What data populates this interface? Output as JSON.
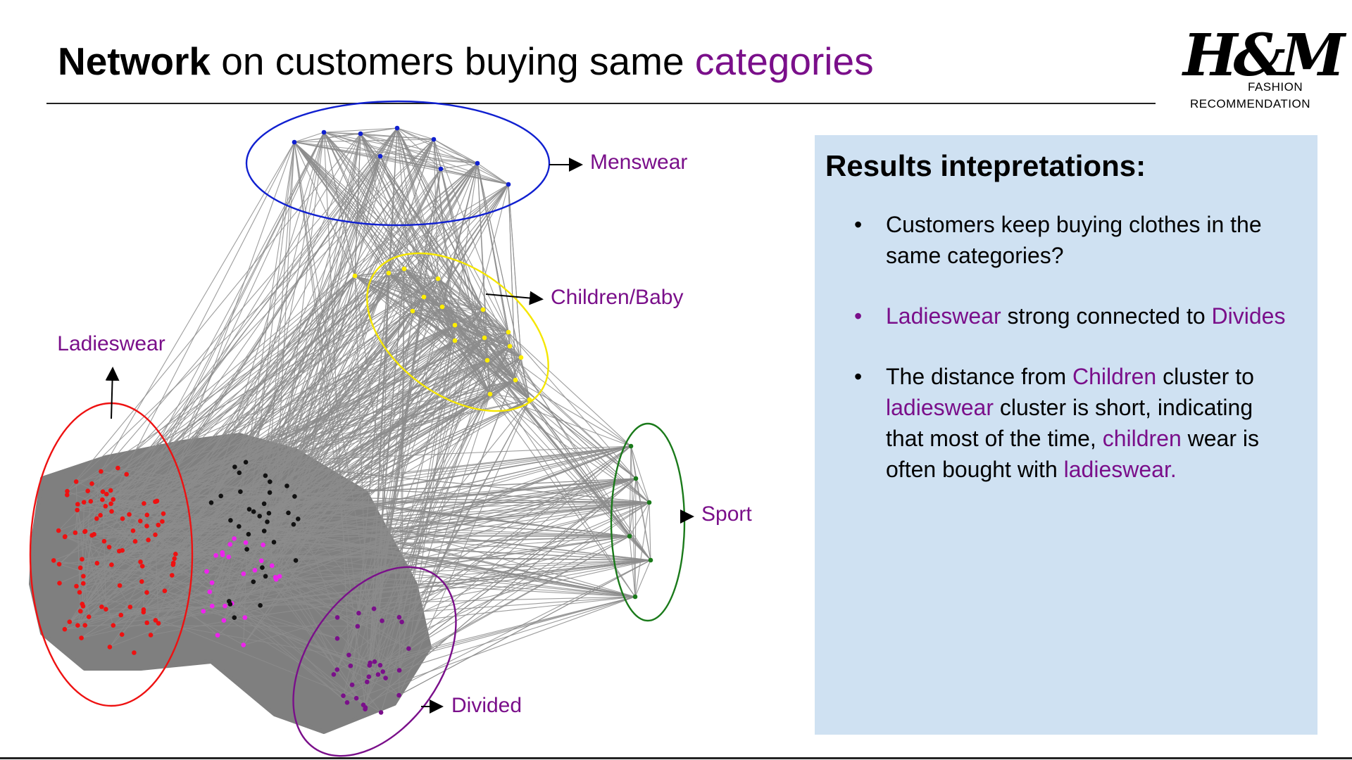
{
  "title": {
    "bold": "Network",
    "normal": "on customers buying same",
    "accent": "categories"
  },
  "logo": {
    "mark": "H&M",
    "line1": "FASHION",
    "line2": "RECOMMENDATION"
  },
  "colors": {
    "accent": "#7a0f8a",
    "panel": "#cfe1f2",
    "edge": "#8c8c8c"
  },
  "clusters": [
    {
      "name": "Menswear",
      "color": "#1020d0"
    },
    {
      "name": "Children/Baby",
      "color": "#ffee00"
    },
    {
      "name": "Ladieswear",
      "color": "#ee1111"
    },
    {
      "name": "Sport",
      "color": "#1a7a1a"
    },
    {
      "name": "Divided",
      "color": "#7a0f8a"
    }
  ],
  "panel": {
    "title": "Results intepretations:",
    "bullets": [
      {
        "parts": [
          {
            "text": "Customers keep buying clothes in the same categories?",
            "accent": false
          }
        ]
      },
      {
        "parts": [
          {
            "text": "Ladieswear",
            "accent": true
          },
          {
            "text": " strong connected to ",
            "accent": false
          },
          {
            "text": "Divides",
            "accent": true
          }
        ]
      },
      {
        "parts": [
          {
            "text": "The distance from ",
            "accent": false
          },
          {
            "text": "Children",
            "accent": true
          },
          {
            "text": " cluster to ",
            "accent": false
          },
          {
            "text": "ladieswear",
            "accent": true
          },
          {
            "text": " cluster is short, indicating that most of the time, ",
            "accent": false
          },
          {
            "text": "children",
            "accent": true
          },
          {
            "text": " wear is often bought with ",
            "accent": false
          },
          {
            "text": "ladieswear.",
            "accent": true
          }
        ]
      }
    ]
  }
}
